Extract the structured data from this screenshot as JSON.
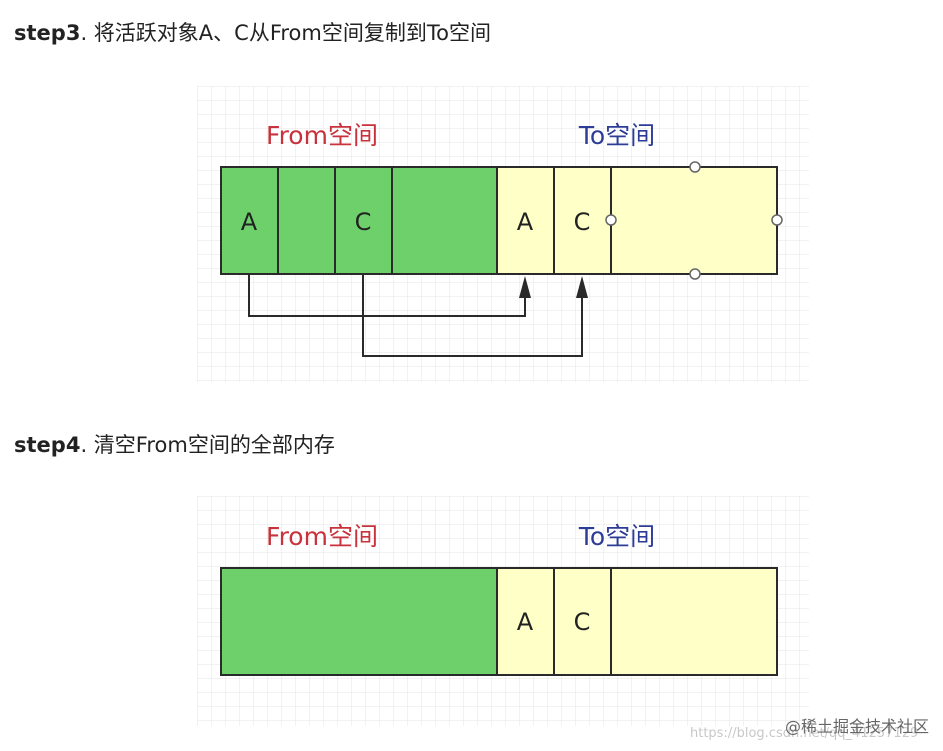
{
  "step3": {
    "label": "step3",
    "text": ". 将活跃对象A、C从From空间复制到To空间",
    "from_label": "From空间",
    "to_label": "To空间",
    "from_cells": [
      "A",
      "",
      "C",
      ""
    ],
    "to_cells": [
      "A",
      "C",
      ""
    ]
  },
  "step4": {
    "label": "step4",
    "text": ". 清空From空间的全部内存",
    "from_label": "From空间",
    "to_label": "To空间",
    "to_cells": [
      "A",
      "C",
      ""
    ]
  },
  "watermark": "@稀土掘金技术社区",
  "watermark_faint": "https://blog.csdn.net/qq_41257129",
  "colors": {
    "from_fill": "#6dd06a",
    "to_fill": "#ffffc8",
    "from_label": "#c8323c",
    "to_label": "#2d3c96",
    "grid": "#e6e6e6",
    "border": "#2a2a2a"
  }
}
